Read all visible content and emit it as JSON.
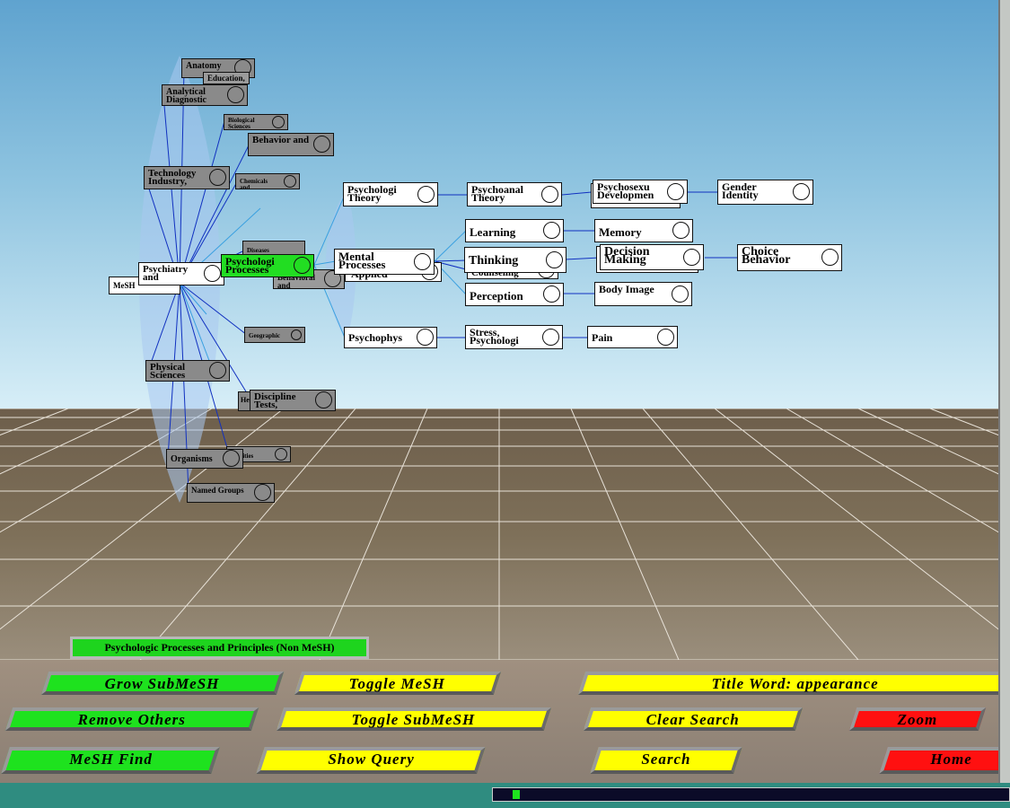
{
  "window": {
    "title": ""
  },
  "tree": {
    "root": {
      "label": "MeSH"
    },
    "level1": [
      {
        "id": "anatomy",
        "label": "Anatomy"
      },
      {
        "id": "education",
        "label": "Education,"
      },
      {
        "id": "analytical",
        "label": "Analytical Diagnostic"
      },
      {
        "id": "biological",
        "label": "Biological Sciences"
      },
      {
        "id": "behavior",
        "label": "Behavior and"
      },
      {
        "id": "technology",
        "label": "Technology Industry,"
      },
      {
        "id": "chemicals",
        "label": "Chemicals and"
      },
      {
        "id": "psychiatry",
        "label": "Psychiatry and"
      },
      {
        "id": "diseases",
        "label": "Diseases"
      },
      {
        "id": "psych-processes",
        "label": "Psychologi Processes"
      },
      {
        "id": "behavioral",
        "label": "Behavioral and"
      },
      {
        "id": "geographic",
        "label": "Geographic"
      },
      {
        "id": "physical",
        "label": "Physical Sciences"
      },
      {
        "id": "discipline",
        "label": "Discipline Tests,"
      },
      {
        "id": "health",
        "label": "He"
      },
      {
        "id": "humanities",
        "label": "manities"
      },
      {
        "id": "organisms",
        "label": "Organisms"
      },
      {
        "id": "named",
        "label": "Named Groups"
      }
    ],
    "level2": [
      {
        "id": "psych-theory",
        "label": "Psychologi Theory"
      },
      {
        "id": "mental",
        "label": "Mental Processes"
      },
      {
        "id": "applied",
        "label": "Applied"
      },
      {
        "id": "psychophys",
        "label": "Psychophys"
      }
    ],
    "level3": [
      {
        "id": "psychoanal",
        "label": "Psychoanal Theory"
      },
      {
        "id": "learning",
        "label": "Learning"
      },
      {
        "id": "thinking",
        "label": "Thinking"
      },
      {
        "id": "counseling",
        "label": "Counseling"
      },
      {
        "id": "perception",
        "label": "Perception"
      },
      {
        "id": "stress",
        "label": "Stress, Psychologi"
      }
    ],
    "level4": [
      {
        "id": "psychosexu",
        "label": "Psychosexu Developmen"
      },
      {
        "id": "memory",
        "label": "Memory"
      },
      {
        "id": "decision",
        "label": "Decision Making"
      },
      {
        "id": "body-image",
        "label": "Body Image"
      },
      {
        "id": "pain",
        "label": "Pain"
      }
    ],
    "level5": [
      {
        "id": "gender",
        "label": "Gender Identity"
      },
      {
        "id": "choice",
        "label": "Choice Behavior"
      }
    ]
  },
  "selection_label": "Psychologic Processes and Principles (Non MeSH)",
  "controls": {
    "grow_submesh": "Grow SubMeSH",
    "toggle_mesh": "Toggle MeSH",
    "title_word": "Title Word:  appearance",
    "remove_others": "Remove Others",
    "toggle_submesh": "Toggle SubMeSH",
    "clear_search": "Clear Search",
    "zoom": "Zoom",
    "mesh_find": "MeSH Find",
    "show_query": "Show Query",
    "search": "Search",
    "home": "Home"
  },
  "colors": {
    "green": "#1ee21e",
    "yellow": "#ffff00",
    "red": "#ff1010",
    "link": "#1030c0"
  }
}
